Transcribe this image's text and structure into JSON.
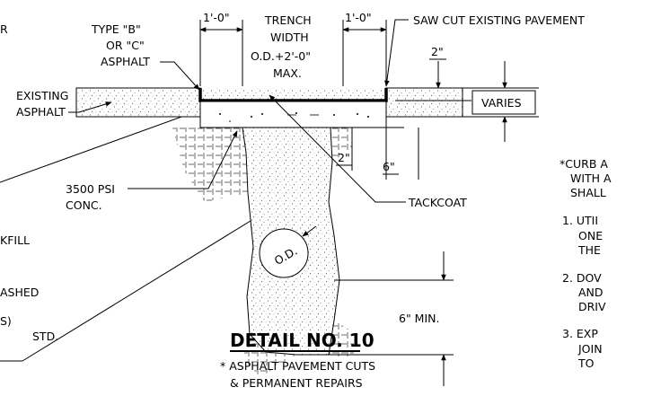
{
  "left_edge": {
    "frag_r": "R",
    "frag_kfill": "KFILL",
    "frag_ashed": "ASHED",
    "frag_paren": "S)",
    "frag_std": "STD."
  },
  "callouts": {
    "asphalt_type_1": "TYPE \"B\"",
    "asphalt_type_2": "OR \"C\"",
    "asphalt_type_3": "ASPHALT",
    "existing_1": "EXISTING",
    "existing_2": "ASPHALT",
    "trench_1": "TRENCH",
    "trench_2": "WIDTH",
    "trench_3": "O.D.+2'-0\"",
    "trench_4": "MAX.",
    "saw_cut": "SAW CUT EXISTING PAVEMENT",
    "concrete_1": "3500 PSI",
    "concrete_2": "CONC.",
    "tackcoat": "TACKCOAT",
    "pipe": "O.D."
  },
  "dimensions": {
    "left_overlap": "1'-0\"",
    "right_overlap": "1'-0\"",
    "two_in_top": "2\"",
    "varies": "VARIES",
    "two_in_side": "2\"",
    "six_in": "6\"",
    "six_in_min": "6\" MIN."
  },
  "detail": {
    "title": "DETAIL NO. 10",
    "note_1": "* ASPHALT PAVEMENT CUTS",
    "note_2": "& PERMANENT REPAIRS"
  },
  "right_notes": {
    "frag_1a": "*CURB A",
    "frag_1b": "WITH A",
    "frag_1c": "SHALL",
    "frag_2a": "1. UTII",
    "frag_2b": "ONE",
    "frag_2c": "THE",
    "frag_3a": "2. DOV",
    "frag_3b": "AND",
    "frag_3c": "DRIV",
    "frag_4a": "3. EXP",
    "frag_4b": "JOIN",
    "frag_4c": "TO"
  }
}
